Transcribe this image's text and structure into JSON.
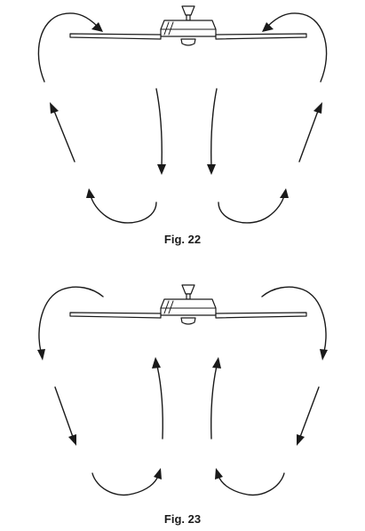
{
  "figures": [
    {
      "caption": "Fig. 22",
      "airflow": "downward"
    },
    {
      "caption": "Fig. 23",
      "airflow": "upward"
    }
  ],
  "icons": [
    "ceiling-fan-icon",
    "curved-arrow-icon",
    "straight-arrow-icon"
  ]
}
